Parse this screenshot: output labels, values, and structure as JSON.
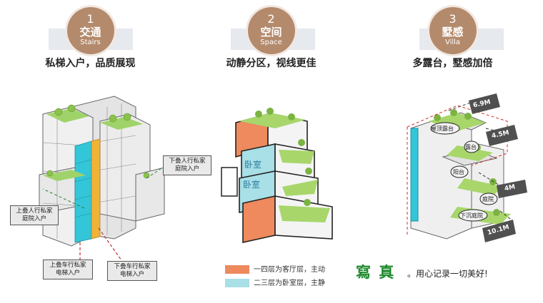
{
  "columns": [
    {
      "num": "1",
      "zh": "交通",
      "en": "Stairs",
      "headline": "私梯入户，品质展现"
    },
    {
      "num": "2",
      "zh": "空间",
      "en": "Space",
      "headline": "动静分区，视线更佳"
    },
    {
      "num": "3",
      "zh": "墅感",
      "en": "Villa",
      "headline": "多露台，墅感加倍"
    }
  ],
  "d1": {
    "callout_right": "下叠人行私家\n庭院入户",
    "callout_left": "上叠人行私家\n庭院入户",
    "callout_bottom_left": "上叠车行私家\n电梯入户",
    "callout_bottom_right": "下叠车行私家\n电梯入户"
  },
  "d2": {
    "room_label_1": "卧室",
    "room_label_2": "卧室"
  },
  "d3": {
    "dim_top": "6.9M",
    "dim_mid": "4.5M",
    "dim_low": "4M",
    "dim_bottom": "10.1M",
    "lbl_roof": "屋顶露台",
    "lbl_terrace": "露台",
    "lbl_balcony": "阳台",
    "lbl_court": "庭院",
    "lbl_sunken": "下沉庭院"
  },
  "legend": [
    {
      "text": "一四层为客厅层，主动",
      "color": "#ee8a5e"
    },
    {
      "text": "二三层为卧室层，主静",
      "color": "#a9dfe6"
    }
  ],
  "watermark": {
    "brand": "寫 真",
    "tagline": "。用心记录一切美好!"
  }
}
